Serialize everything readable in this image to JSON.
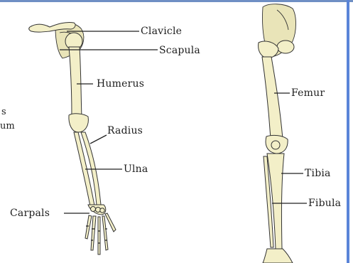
{
  "diagram": {
    "accent_bar_color": "#6f8fc4",
    "bone_color": "#f3efc8",
    "arm_labels": {
      "clavicle": "Clavicle",
      "scapula": "Scapula",
      "humerus": "Humerus",
      "radius": "Radius",
      "ulna": "Ulna",
      "carpals": "Carpals"
    },
    "leg_labels": {
      "femur": "Femur",
      "tibia": "Tibia",
      "fibula": "Fibula"
    },
    "cutoff_text": {
      "line1": "s",
      "line2": "um"
    }
  }
}
